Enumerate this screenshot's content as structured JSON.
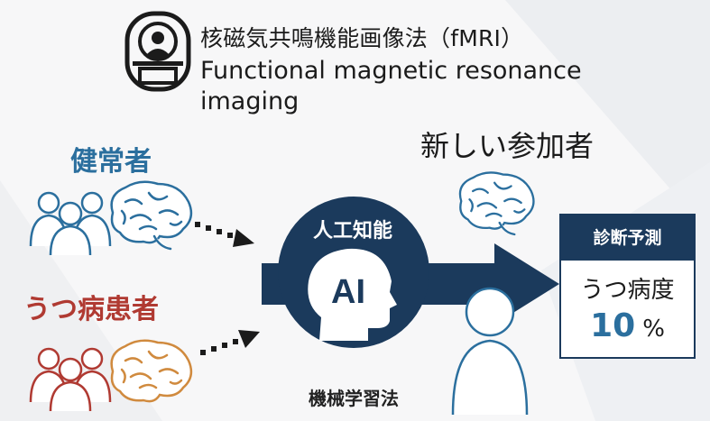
{
  "mri": {
    "icon": "mri-scanner-icon",
    "title_ja": "核磁気共鳴機能画像法（fMRI）",
    "title_en": "Functional magnetic resonance imaging"
  },
  "groups": {
    "healthy_label": "健常者",
    "patient_label": "うつ病患者"
  },
  "new_participant_label": "新しい参加者",
  "ai": {
    "title": "人工知能",
    "head_text": "AI",
    "method_label": "機械学習法"
  },
  "diagnosis": {
    "header": "診断予測",
    "condition": "うつ病度",
    "value": "10",
    "unit": "%"
  },
  "colors": {
    "navy": "#1b3a5c",
    "healthy_blue": "#2b6f9e",
    "patient_red": "#b03a32",
    "patient_brain": "#d08a3e"
  }
}
